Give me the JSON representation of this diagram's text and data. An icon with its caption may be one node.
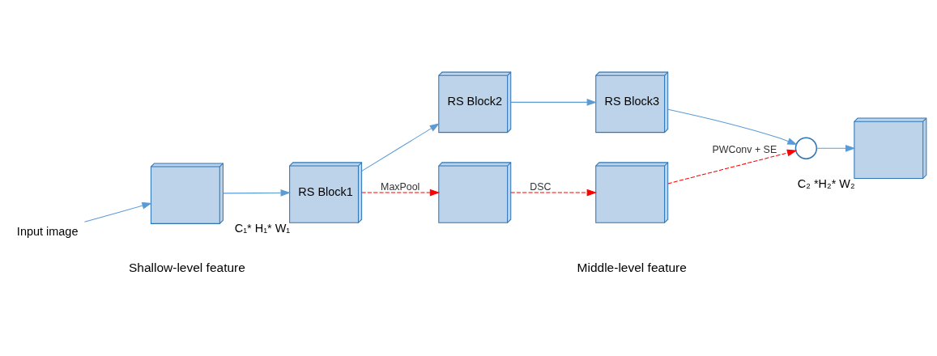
{
  "diagram": {
    "nodes": [
      {
        "text": [
          "Input image"
        ]
      },
      {
        "text": [],
        "shape": "box"
      },
      {
        "text": [
          "RS Block1"
        ],
        "beside": [
          "C₁* H₁* W₁"
        ]
      },
      {
        "text": [
          "RS Block2"
        ]
      },
      {
        "text": [
          "RS Block3"
        ]
      },
      {
        "text": [],
        "shape": "circle"
      },
      {
        "text": [],
        "shape": "box",
        "beside": [
          "C₂ *H₂* W₂"
        ]
      },
      {
        "text": [],
        "shape": "box"
      },
      {
        "text": [],
        "shape": "box"
      }
    ],
    "edges": [
      {
        "from": 0,
        "to": 1,
        "arrow": "to"
      },
      {
        "from": 1,
        "to": 2,
        "arrow": "to"
      },
      {
        "from": 2,
        "to": 3,
        "arrow": "to"
      },
      {
        "from": 3,
        "to": 4,
        "arrow": "to"
      },
      {
        "from": 4,
        "to": 5,
        "arrow": "to"
      },
      {
        "from": 5,
        "to": 6,
        "arrow": "to"
      },
      {
        "from": 2,
        "to": 7,
        "arrow": "to",
        "label": "MaxPool",
        "style": "dashed",
        "color": "#ff0000"
      },
      {
        "from": 7,
        "to": 8,
        "arrow": "to",
        "label": "DSC",
        "style": "dashed",
        "color": "#ff0000"
      },
      {
        "from": 8,
        "to": 5,
        "arrow": "to",
        "label": "PWConv + SE",
        "style": "dashed",
        "color": "#ff0000"
      }
    ],
    "labels": [
      "Shallow-level feature",
      "Middle-level feature"
    ]
  }
}
